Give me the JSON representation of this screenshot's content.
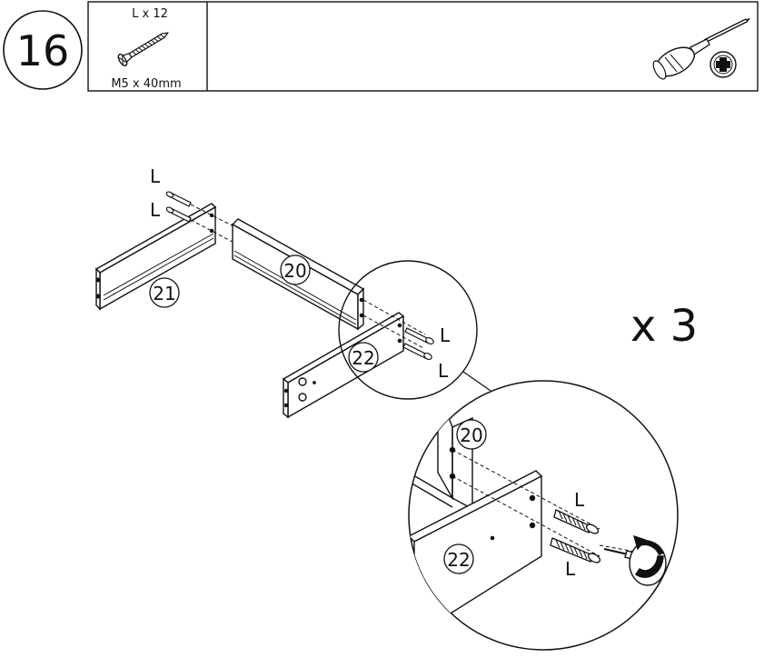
{
  "step": {
    "number": "16"
  },
  "parts_box": {
    "quantity_label": "L x 12",
    "screw_spec": "M5 x 40mm",
    "tool_icon": "phillips-screwdriver-icon"
  },
  "diagram": {
    "screw_letter": "L",
    "part_labels": {
      "p20": "20",
      "p21": "21",
      "p22": "22"
    },
    "repeat_label": "x 3"
  }
}
